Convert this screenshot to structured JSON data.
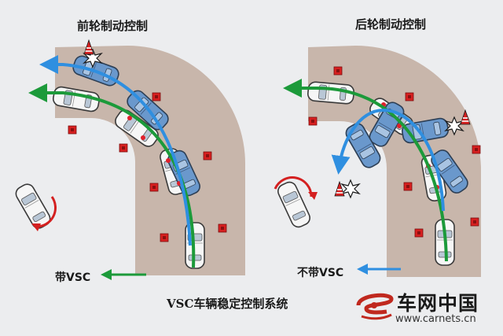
{
  "titles": {
    "left": "前轮制动控制",
    "right": "后轮制动控制",
    "bottom": "VSC车辆稳定控制系统"
  },
  "legend": {
    "with_vsc": "带VSC",
    "without_vsc": "不带VSC"
  },
  "brand": {
    "name": "车网中国",
    "url": "www.carnets.cn"
  },
  "colors": {
    "background": "#ecedef",
    "road": "#c8b6ab",
    "with_vsc": "#1c9a3a",
    "without_vsc": "#2f8fe0",
    "cone": "#d72020",
    "brake": "#e0202a",
    "car_blue": "#6a98cc",
    "car_white": "#f6f6f6",
    "logo_red": "#c0281e"
  },
  "icons": [
    "traffic-cone-icon",
    "collision-star-icon",
    "rotation-arrow-icon",
    "arrow-left-icon"
  ]
}
